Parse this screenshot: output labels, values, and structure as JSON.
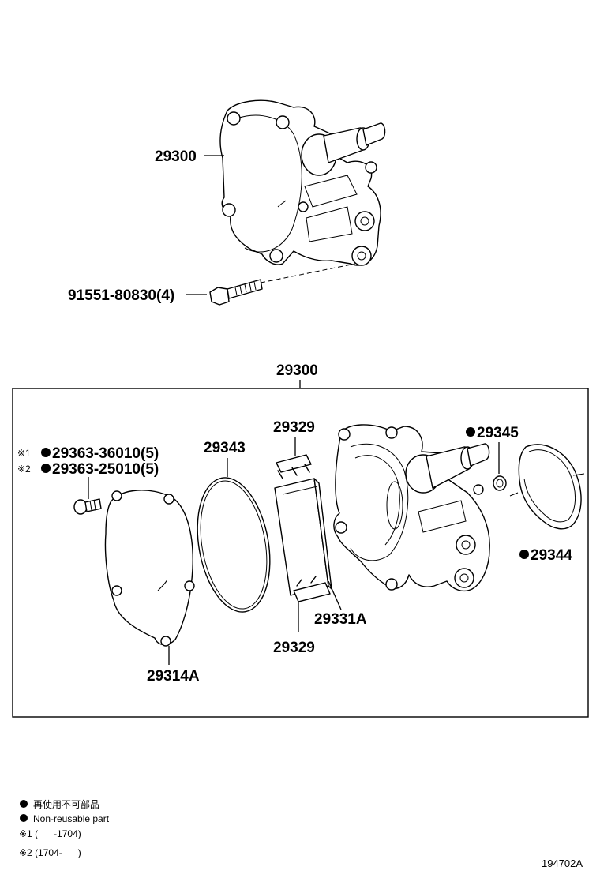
{
  "labels": {
    "assembly_top": "29300",
    "bolt": "91551-80830(4)",
    "assembly_box": "29300",
    "screw_1_mark": "※1",
    "screw_1": "29363-36010(5)",
    "screw_2_mark": "※2",
    "screw_2": "29363-25010(5)",
    "oring_large": "29343",
    "clip_top": "29329",
    "clip_bottom": "29329",
    "vane": "29331A",
    "cover": "29314A",
    "oring_small": "29345",
    "gasket": "29344"
  },
  "legend": {
    "jp": "再使用不可部品",
    "en": "Non-reusable part",
    "note1": "※1 (      -1704)",
    "note2": "※2 (1704-      )"
  },
  "diagram_id": "194702A",
  "icons": {
    "non_reusable": "filled-circle-icon"
  }
}
